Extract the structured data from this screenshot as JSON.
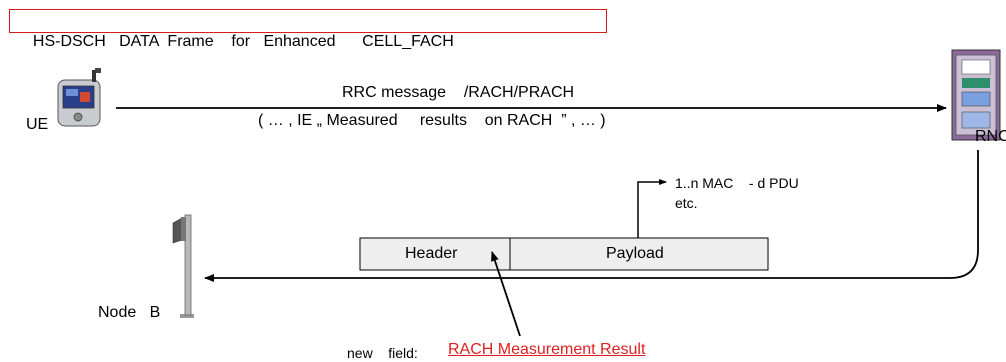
{
  "title": "HS-DSCH   DATA  Frame    for   Enhanced      CELL_FACH",
  "ue_label": "UE",
  "rnc_label": "RNC",
  "nodeb_label": "Node   B",
  "message_line1": "RRC message    /RACH/PRACH",
  "message_line2": "( … , IE „ Measured     results    on RACH  ” , … )",
  "pdu_line1": "1..n MAC    - d PDU",
  "pdu_line2": "etc.",
  "header_label": "Header",
  "payload_label": "Payload",
  "new_field_prefix": "new    field:",
  "new_field_value": "RACH Measurement Result",
  "colors": {
    "title_border": "#d81c1c",
    "highlight_text": "#e02020",
    "frame_fill": "#eeeeee"
  }
}
